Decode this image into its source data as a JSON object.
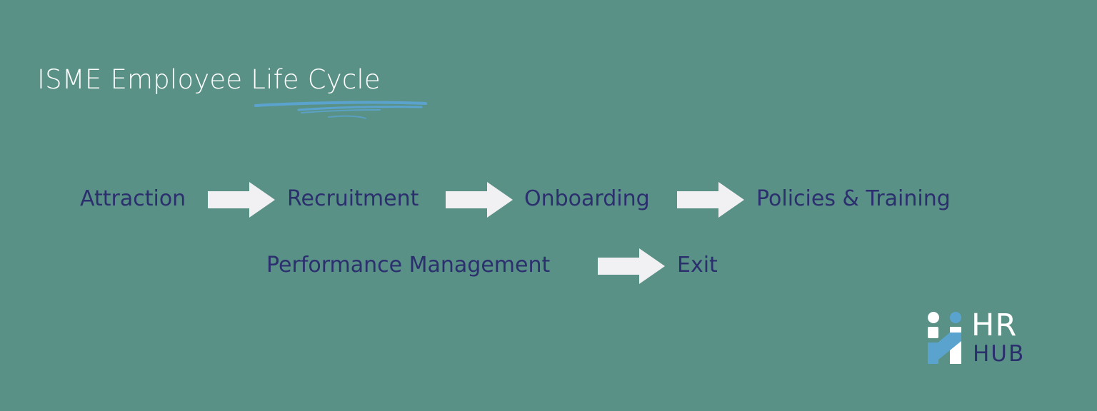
{
  "title": "ISME Employee Life Cycle",
  "steps": {
    "attraction": "Attraction",
    "recruitment": "Recruitment",
    "onboarding": "Onboarding",
    "policies_training": "Policies & Training",
    "performance_management": "Performance Management",
    "exit": "Exit"
  },
  "logo": {
    "line1": "HR",
    "line2": "HUB"
  },
  "colors": {
    "background": "#5a9186",
    "title": "#ffffff",
    "step_text": "#2b2f6e",
    "arrow": "#f1f1f3",
    "accent_blue": "#5aa3cf"
  }
}
